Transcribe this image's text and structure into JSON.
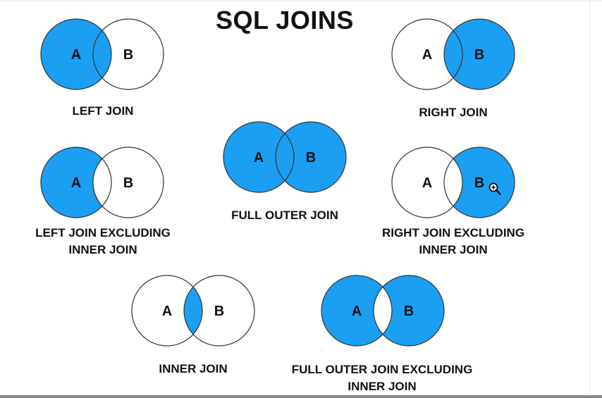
{
  "title": "SQL JOINS",
  "colors": {
    "fill": "#1a9ff2",
    "stroke": "#333333",
    "text": "#111111"
  },
  "circle_labels": {
    "a": "A",
    "b": "B"
  },
  "joins": [
    {
      "id": "left-join",
      "label_lines": [
        "LEFT JOIN"
      ],
      "shaded": [
        "a_only",
        "intersection"
      ]
    },
    {
      "id": "right-join",
      "label_lines": [
        "RIGHT JOIN"
      ],
      "shaded": [
        "intersection",
        "b_only"
      ]
    },
    {
      "id": "full-outer-join",
      "label_lines": [
        "FULL OUTER JOIN"
      ],
      "shaded": [
        "a_only",
        "intersection",
        "b_only"
      ]
    },
    {
      "id": "left-join-excluding",
      "label_lines": [
        "LEFT JOIN EXCLUDING",
        "INNER JOIN"
      ],
      "shaded": [
        "a_only"
      ]
    },
    {
      "id": "right-join-excluding",
      "label_lines": [
        "RIGHT JOIN EXCLUDING",
        "INNER JOIN"
      ],
      "shaded": [
        "b_only"
      ]
    },
    {
      "id": "inner-join",
      "label_lines": [
        "INNER JOIN"
      ],
      "shaded": [
        "intersection"
      ]
    },
    {
      "id": "full-outer-join-excluding",
      "label_lines": [
        "FULL OUTER JOIN EXCLUDING",
        "INNER JOIN"
      ],
      "shaded": [
        "a_only",
        "b_only"
      ]
    }
  ],
  "cursor_icon": "zoom-in-cursor-icon"
}
